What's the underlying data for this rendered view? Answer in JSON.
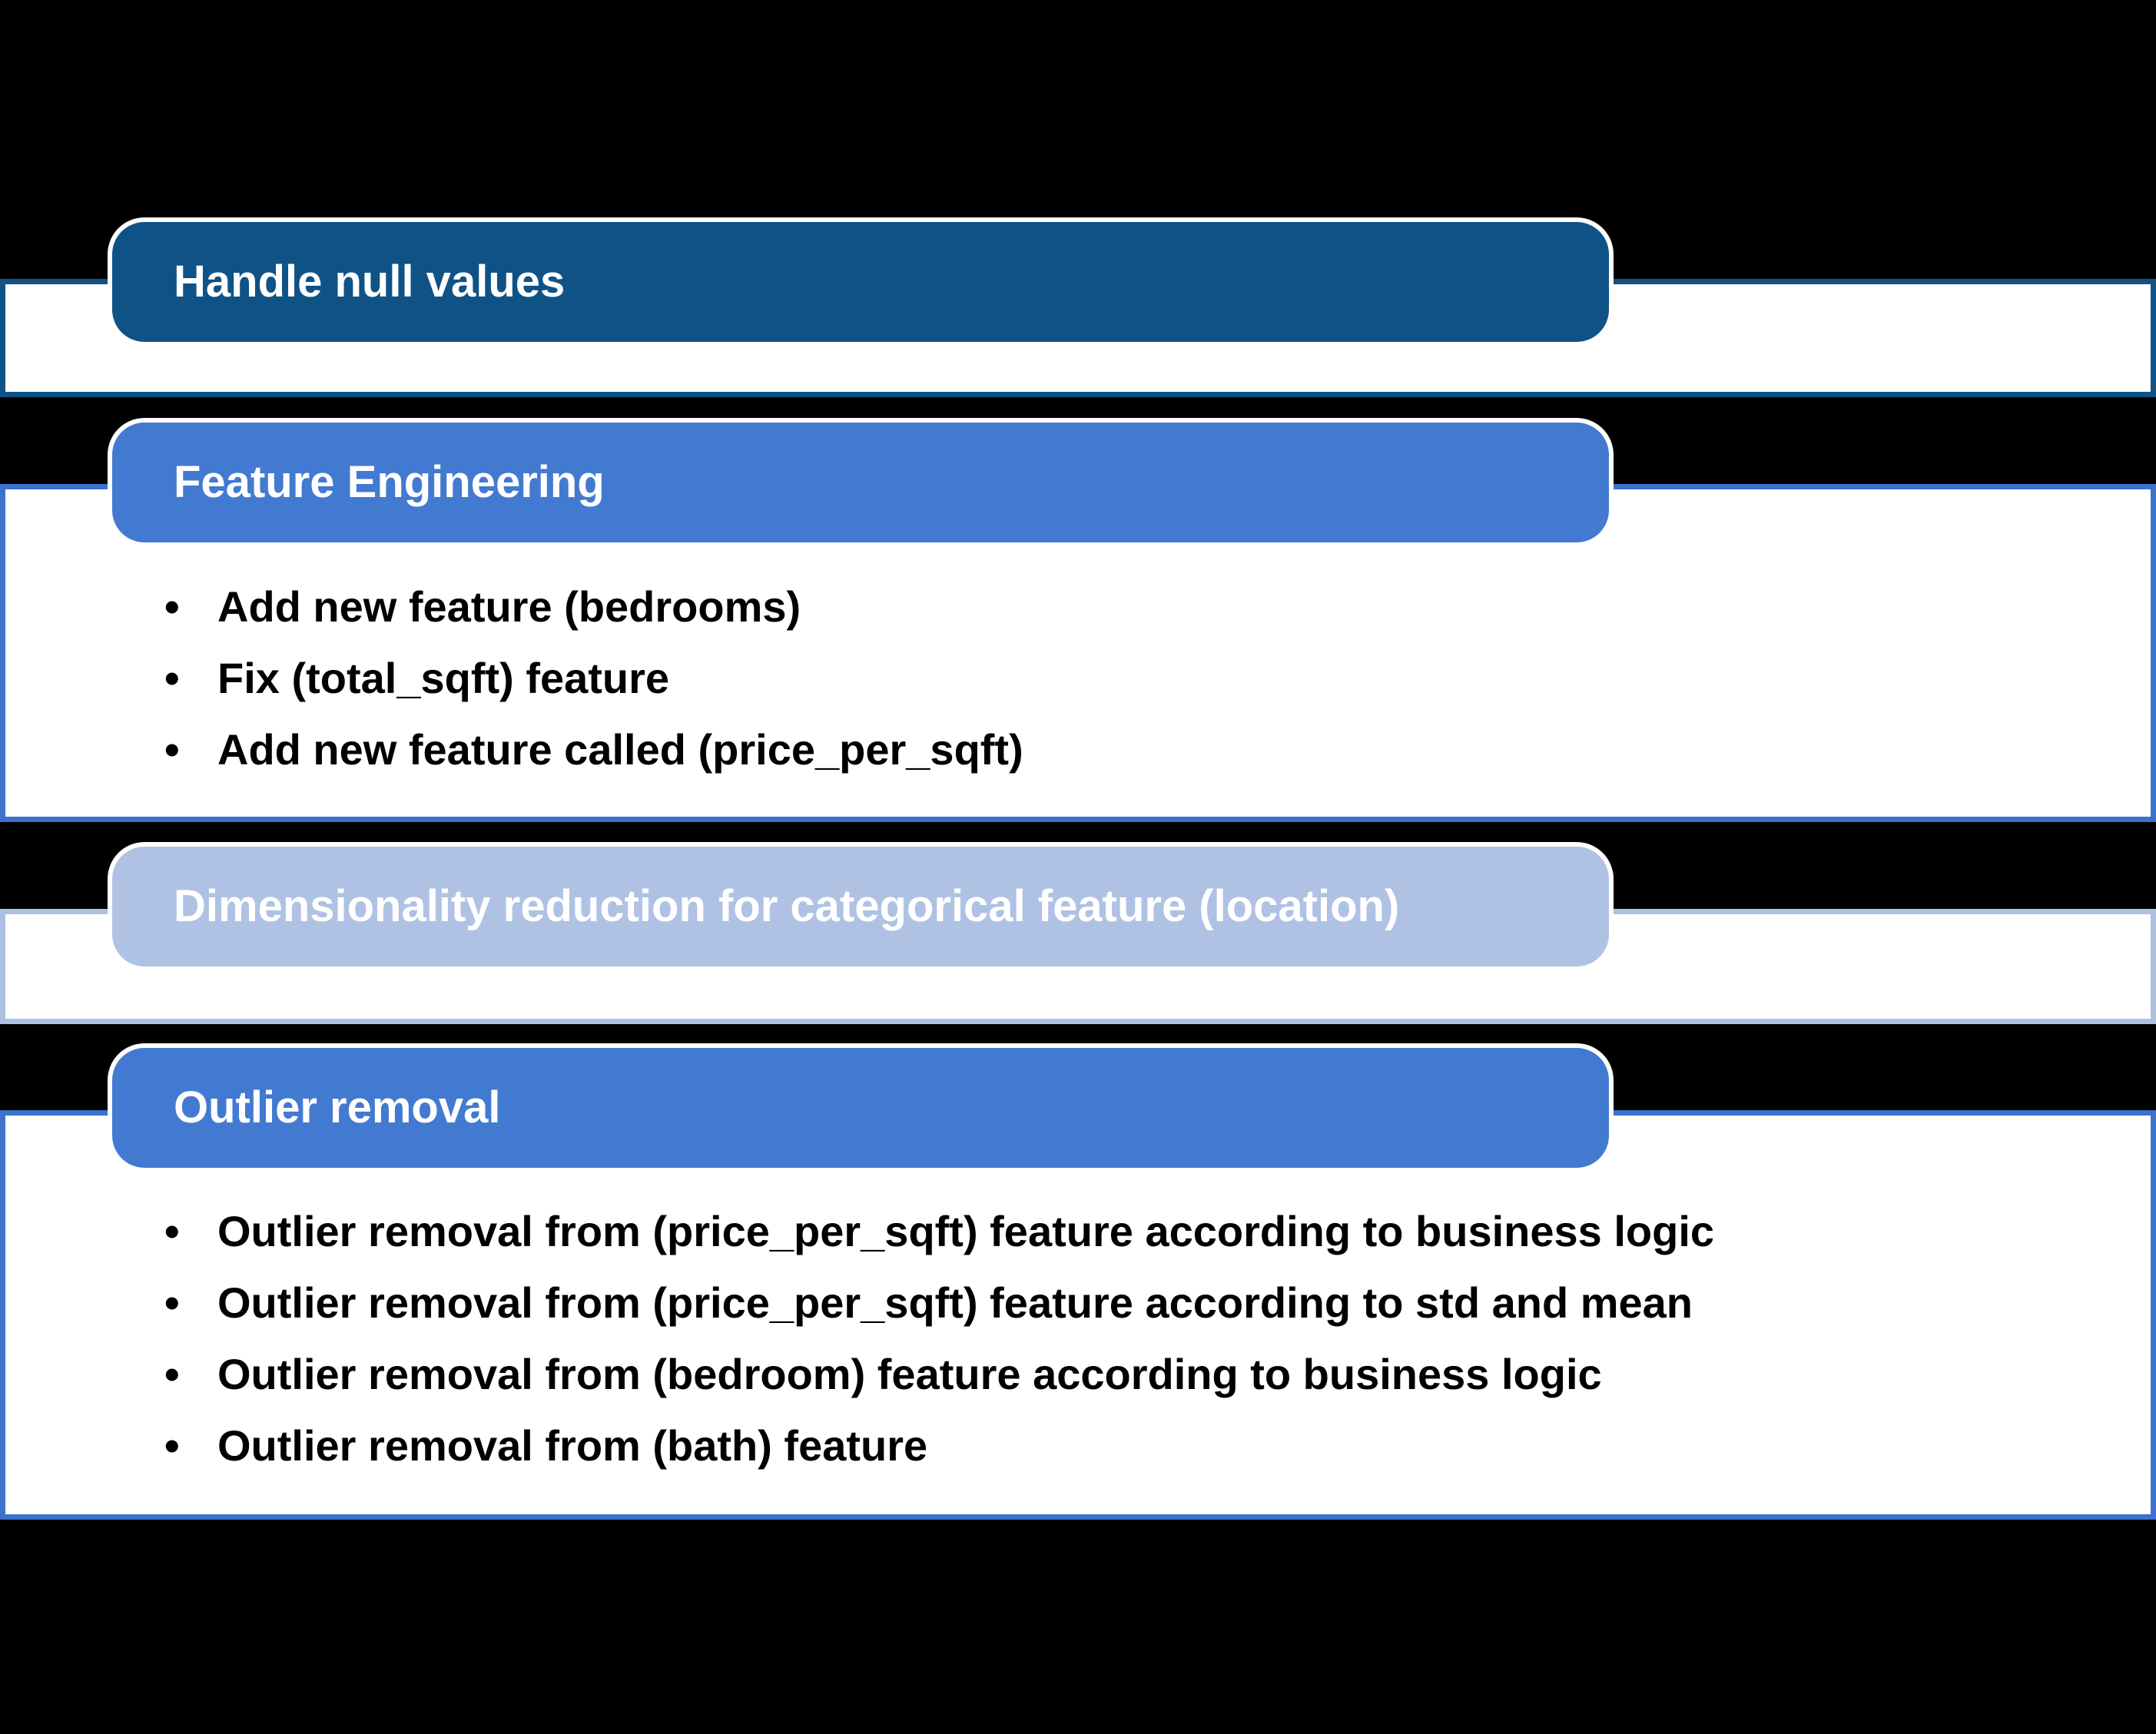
{
  "glyphs": {
    "bullet": "•"
  },
  "colors": {
    "background": "#000000",
    "panel_background": "#FFFFFF",
    "dark_blue": "#0F5286",
    "medium_blue": "#437AD1",
    "medium_blue_border": "#3C72CC",
    "light_blue": "#AFC2E4",
    "light_blue_border": "#ACC0E2",
    "header_text": "#FFFFFF",
    "bullet_text": "#000000"
  },
  "sections": [
    {
      "title": "Handle null values",
      "style": "dark",
      "bullets": []
    },
    {
      "title": "Feature Engineering",
      "style": "medium",
      "bullets": [
        "Add new feature (bedrooms)",
        "Fix (total_sqft) feature",
        "Add new feature called (price_per_sqft)"
      ]
    },
    {
      "title": "Dimensionality reduction for categorical feature (location)",
      "style": "light",
      "bullets": []
    },
    {
      "title": "Outlier removal",
      "style": "medium",
      "bullets": [
        "Outlier removal from (price_per_sqft) feature according to business logic",
        "Outlier removal from (price_per_sqft) feature according to std and mean",
        "Outlier removal from (bedroom) feature according to business logic",
        "Outlier removal from (bath) feature"
      ]
    }
  ]
}
